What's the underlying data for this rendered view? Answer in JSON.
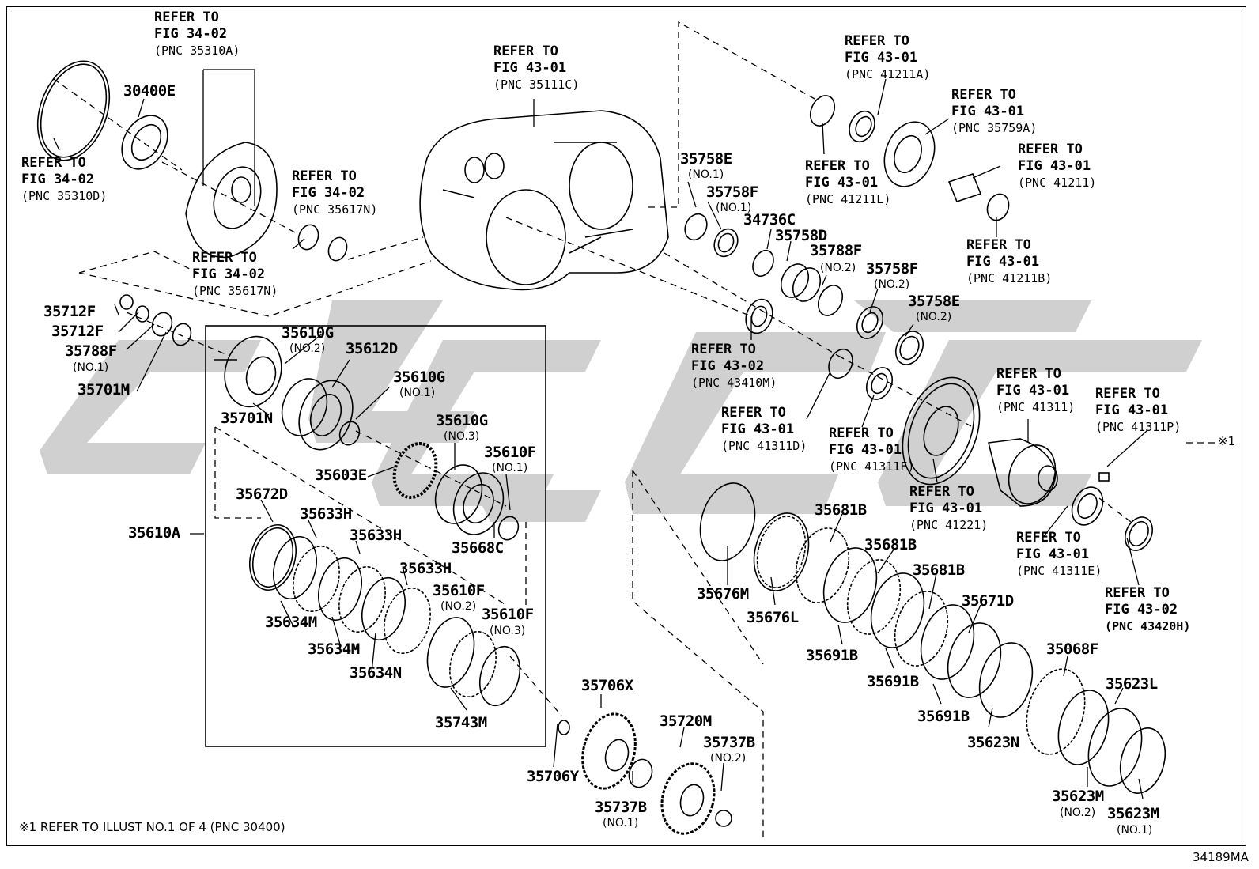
{
  "diagram_id": "34189MA",
  "footnote": "※1 REFER TO ILLUST NO.1 OF 4 (PNC 30400)",
  "mark": "※1",
  "references": [
    {
      "id": "r1",
      "line1": "REFER TO",
      "line2": "FIG 34-02",
      "pnc": "(PNC 35310A)"
    },
    {
      "id": "r2",
      "line1": "REFER TO",
      "line2": "FIG 34-02",
      "pnc": "(PNC 35310D)"
    },
    {
      "id": "r3",
      "line1": "REFER TO",
      "line2": "FIG 34-02",
      "pnc": "(PNC 35617N)"
    },
    {
      "id": "r4",
      "line1": "REFER TO",
      "line2": "FIG 34-02",
      "pnc": "(PNC 35617N)"
    },
    {
      "id": "r5",
      "line1": "REFER TO",
      "line2": "FIG 43-01",
      "pnc": "(PNC 35111C)"
    },
    {
      "id": "r6",
      "line1": "REFER TO",
      "line2": "FIG 43-01",
      "pnc": "(PNC 41211A)"
    },
    {
      "id": "r7",
      "line1": "REFER TO",
      "line2": "FIG 43-01",
      "pnc": "(PNC 35759A)"
    },
    {
      "id": "r8",
      "line1": "REFER TO",
      "line2": "FIG 43-01",
      "pnc": "(PNC 41211)"
    },
    {
      "id": "r9",
      "line1": "REFER TO",
      "line2": "FIG 43-01",
      "pnc": "(PNC 41211L)"
    },
    {
      "id": "r10",
      "line1": "REFER TO",
      "line2": "FIG 43-01",
      "pnc": "(PNC 41211B)"
    },
    {
      "id": "r11",
      "line1": "REFER TO",
      "line2": "FIG 43-02",
      "pnc": "(PNC 43410M)"
    },
    {
      "id": "r12",
      "line1": "REFER TO",
      "line2": "FIG 43-01",
      "pnc": "(PNC 41311)"
    },
    {
      "id": "r13",
      "line1": "REFER TO",
      "line2": "FIG 43-01",
      "pnc": "(PNC 41311P)"
    },
    {
      "id": "r14",
      "line1": "REFER TO",
      "line2": "FIG 43-01",
      "pnc": "(PNC 41311D)"
    },
    {
      "id": "r15",
      "line1": "REFER TO",
      "line2": "FIG 43-01",
      "pnc": "(PNC 41311F)"
    },
    {
      "id": "r16",
      "line1": "REFER TO",
      "line2": "FIG 43-01",
      "pnc": "(PNC 41221)"
    },
    {
      "id": "r17",
      "line1": "REFER TO",
      "line2": "FIG 43-01",
      "pnc": "(PNC 41311E)"
    },
    {
      "id": "r18",
      "line1": "REFER TO",
      "line2": "FIG 43-02",
      "pnc": "(PNC 43420H)"
    }
  ],
  "parts": [
    {
      "id": "p1",
      "code": "30400E"
    },
    {
      "id": "p2",
      "code": "35758E",
      "note": "(NO.1)"
    },
    {
      "id": "p3",
      "code": "35758F",
      "note": "(NO.1)"
    },
    {
      "id": "p4",
      "code": "34736C"
    },
    {
      "id": "p5",
      "code": "35758D"
    },
    {
      "id": "p6",
      "code": "35788F",
      "note": "(NO.2)"
    },
    {
      "id": "p7",
      "code": "35758F",
      "note": "(NO.2)"
    },
    {
      "id": "p8",
      "code": "35758E",
      "note": "(NO.2)"
    },
    {
      "id": "p9",
      "code": "35712F"
    },
    {
      "id": "p10",
      "code": "35712F"
    },
    {
      "id": "p11",
      "code": "35788F",
      "note": "(NO.1)"
    },
    {
      "id": "p12",
      "code": "35701M"
    },
    {
      "id": "p13",
      "code": "35610G",
      "note": "(NO.2)"
    },
    {
      "id": "p14",
      "code": "35612D"
    },
    {
      "id": "p15",
      "code": "35610G",
      "note": "(NO.1)"
    },
    {
      "id": "p16",
      "code": "35701N"
    },
    {
      "id": "p17",
      "code": "35610G",
      "note": "(NO.3)"
    },
    {
      "id": "p18",
      "code": "35610F",
      "note": "(NO.1)"
    },
    {
      "id": "p19",
      "code": "35603E"
    },
    {
      "id": "p20",
      "code": "35672D"
    },
    {
      "id": "p21",
      "code": "35633H"
    },
    {
      "id": "p22",
      "code": "35633H"
    },
    {
      "id": "p23",
      "code": "35610A"
    },
    {
      "id": "p24",
      "code": "35668C"
    },
    {
      "id": "p25",
      "code": "35633H"
    },
    {
      "id": "p26",
      "code": "35610F",
      "note": "(NO.2)"
    },
    {
      "id": "p27",
      "code": "35610F",
      "note": "(NO.3)"
    },
    {
      "id": "p28",
      "code": "35634M"
    },
    {
      "id": "p29",
      "code": "35634M"
    },
    {
      "id": "p30",
      "code": "35634N"
    },
    {
      "id": "p31",
      "code": "35743M"
    },
    {
      "id": "p32",
      "code": "35706X"
    },
    {
      "id": "p33",
      "code": "35706Y"
    },
    {
      "id": "p34",
      "code": "35720M"
    },
    {
      "id": "p35",
      "code": "35737B",
      "note": "(NO.2)"
    },
    {
      "id": "p36",
      "code": "35737B",
      "note": "(NO.1)"
    },
    {
      "id": "p37",
      "code": "35676M"
    },
    {
      "id": "p38",
      "code": "35676L"
    },
    {
      "id": "p39",
      "code": "35681B"
    },
    {
      "id": "p40",
      "code": "35681B"
    },
    {
      "id": "p41",
      "code": "35681B"
    },
    {
      "id": "p42",
      "code": "35671D"
    },
    {
      "id": "p43",
      "code": "35691B"
    },
    {
      "id": "p44",
      "code": "35691B"
    },
    {
      "id": "p45",
      "code": "35691B"
    },
    {
      "id": "p46",
      "code": "35623N"
    },
    {
      "id": "p47",
      "code": "35068F"
    },
    {
      "id": "p48",
      "code": "35623L"
    },
    {
      "id": "p49",
      "code": "35623M",
      "note": "(NO.2)"
    },
    {
      "id": "p50",
      "code": "35623M",
      "note": "(NO.1)"
    }
  ]
}
